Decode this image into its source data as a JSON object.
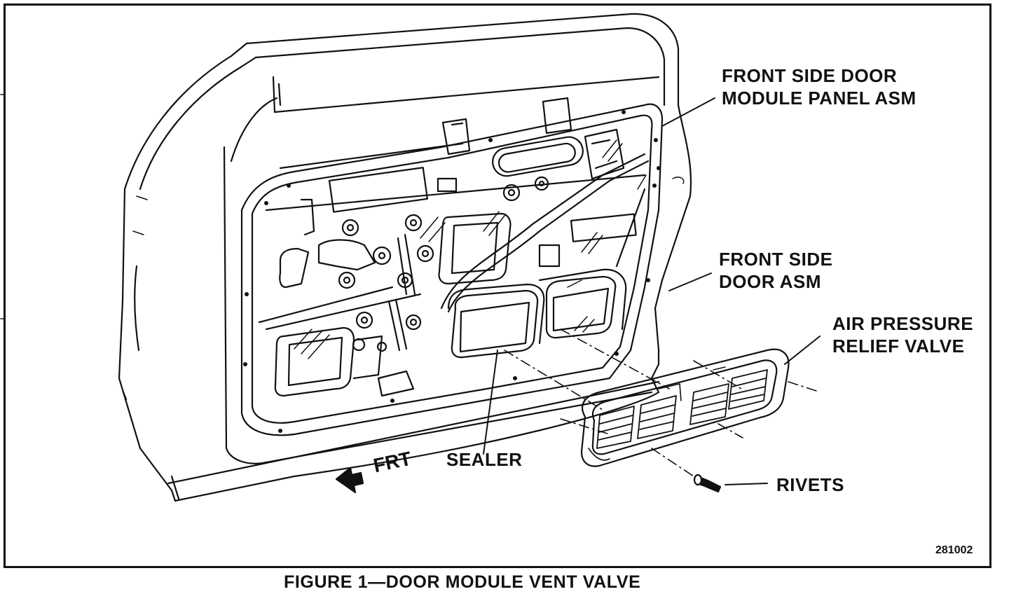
{
  "labels": {
    "door_module_panel": [
      "FRONT SIDE DOOR",
      "MODULE PANEL ASM"
    ],
    "door_asm": [
      "FRONT SIDE",
      "DOOR ASM"
    ],
    "relief_valve": [
      "AIR PRESSURE",
      "RELIEF VALVE"
    ],
    "sealer": "SEALER",
    "rivets": "RIVETS",
    "front_arrow": "FRT"
  },
  "figure_number": "281002",
  "caption": "FIGURE 1—DOOR MODULE VENT VALVE",
  "colors": {
    "ink": "#111111",
    "paper": "#ffffff"
  }
}
